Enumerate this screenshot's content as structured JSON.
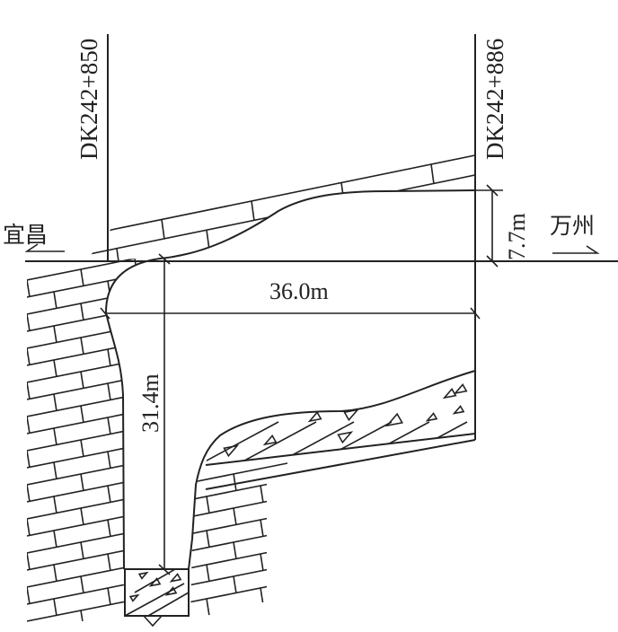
{
  "labels": {
    "station_left": "DK242+850",
    "station_right": "DK242+886",
    "direction_left": "宜昌",
    "direction_right": "万州",
    "width_dim": "36.0m",
    "depth_dim": "31.4m",
    "height_dim": "7.7m"
  },
  "colors": {
    "line": "#222222",
    "background": "#ffffff"
  }
}
